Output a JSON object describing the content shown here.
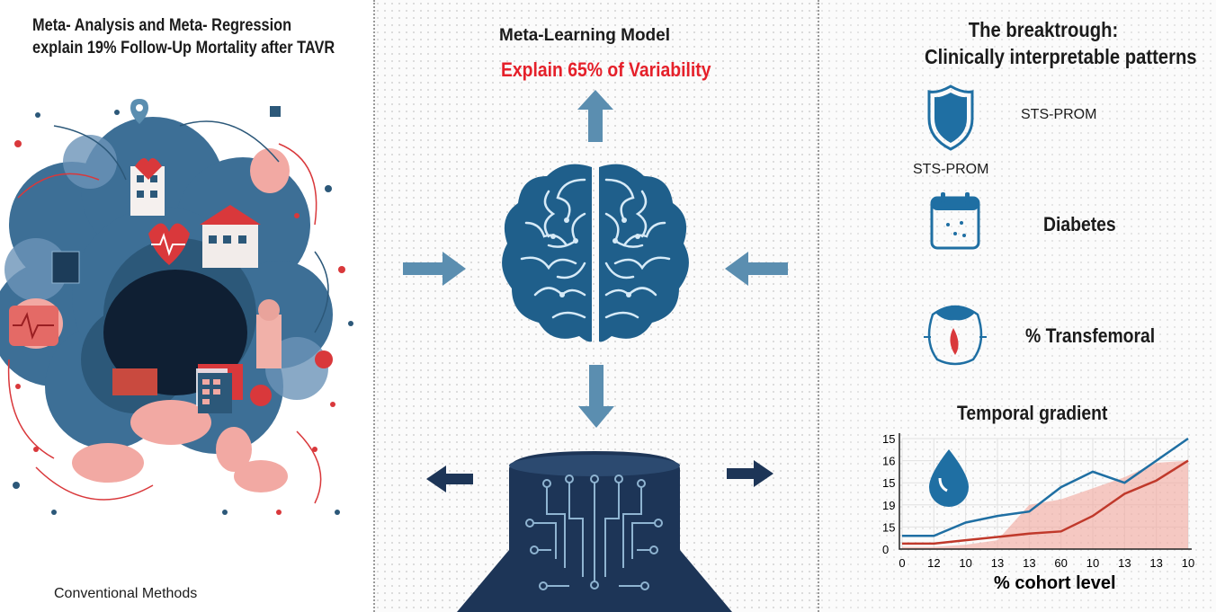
{
  "left": {
    "title_line1": "Meta- Analysis and Meta- Regression",
    "title_line2": "explain 19% Follow-Up Mortality after TAVR",
    "caption": "Conventional Methods"
  },
  "middle": {
    "title": "Meta-Learning Model",
    "subtitle": "Explain 65% of Variability"
  },
  "right": {
    "title_line1": "The breaktrough:",
    "title_line2": "Clinically interpretable patterns",
    "items": [
      {
        "label": "STS-PROM",
        "icon": "shield-icon"
      },
      {
        "label": "STS-PROM",
        "icon": "none"
      },
      {
        "label": "Diabetes",
        "icon": "calendar-icon"
      },
      {
        "label": "% Transfemoral",
        "icon": "heart-valve-icon"
      }
    ],
    "chart_title": "Temporal gradient"
  },
  "colors": {
    "accent_red": "#e5202a",
    "brain_blue": "#1f5f8b",
    "arrow_blue": "#5b8eb0",
    "chip_navy": "#1d3557"
  },
  "chart_data": {
    "type": "line",
    "title": "Temporal gradient",
    "xlabel": "% cohort level",
    "ylabel": "",
    "x_tick_labels": [
      "0",
      "12",
      "10",
      "13",
      "13",
      "60",
      "10",
      "13",
      "13",
      "10"
    ],
    "y_tick_labels": [
      "0",
      "15",
      "19",
      "15",
      "16",
      "15"
    ],
    "series": [
      {
        "values": [
          0.12,
          0.12,
          0.24,
          0.3,
          0.34,
          0.56,
          0.7,
          0.6,
          0.8,
          1.0
        ]
      },
      {
        "values": [
          0.05,
          0.05,
          0.08,
          0.11,
          0.14,
          0.16,
          0.3,
          0.5,
          0.62,
          0.8
        ]
      }
    ],
    "area_fill": [
      0.02,
      0.02,
      0.04,
      0.08,
      0.4,
      0.45,
      0.55,
      0.65,
      0.78,
      0.8
    ],
    "grid": true
  }
}
